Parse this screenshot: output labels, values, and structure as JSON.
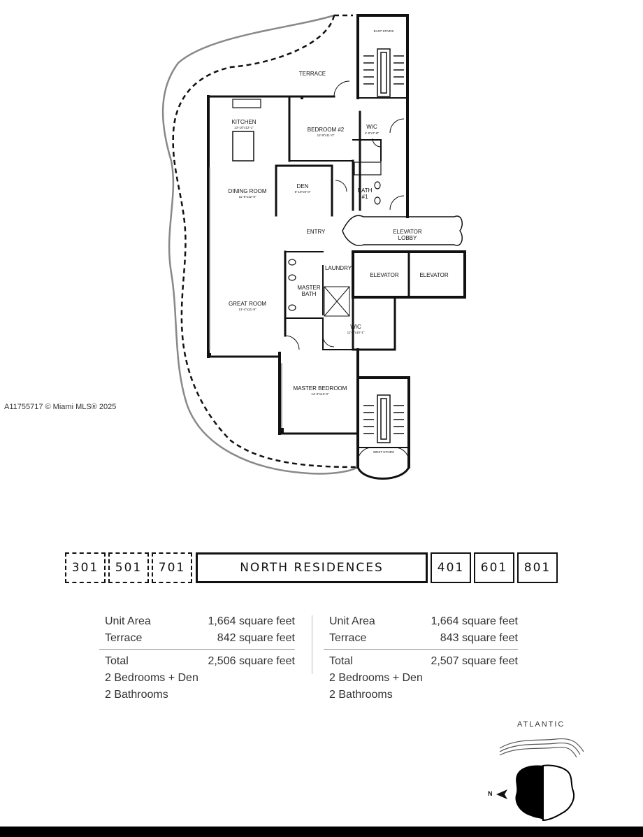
{
  "plan": {
    "rooms": {
      "terrace": "TERRACE",
      "east_stairs": "EAST STAIRS",
      "kitchen": "KITCHEN",
      "kitchen_dim": "13'-10\"x12'-1\"",
      "bedroom2": "BEDROOM #2",
      "bedroom2_dim": "12'-8\"x11'-0\"",
      "wic1": "W/C",
      "wic1_dim": "4'-0\"x7'-8\"",
      "dining": "DINING ROOM",
      "dining_dim": "11'-8\"x12'-9\"",
      "den": "DEN",
      "den_dim": "9'-10\"x9'-0\"",
      "bath1": "BATH",
      "bath1_num": "#1",
      "entry": "ENTRY",
      "elevator_lobby": "ELEVATOR",
      "elevator_lobby2": "LOBBY",
      "laundry": "LAUNDRY",
      "elevator_a": "ELEVATOR",
      "elevator_b": "ELEVATOR",
      "master_bath": "MASTER",
      "master_bath2": "BATH",
      "great_room": "GREAT ROOM",
      "great_room_dim": "13'-4\"x21'-8\"",
      "wic2": "WIC",
      "wic2_dim": "11'-3\"x10'-1\"",
      "master_bedroom": "MASTER BEDROOM",
      "master_bedroom_dim": "14'-0\"x12'-0\"",
      "west_stairs": "WEST STAIRS"
    }
  },
  "watermark": "A11755717 © Miami MLS® 2025",
  "units": {
    "left": [
      "301",
      "501",
      "701"
    ],
    "title": "NORTH RESIDENCES",
    "right": [
      "401",
      "601",
      "801"
    ]
  },
  "specs": {
    "left": {
      "unit_area_label": "Unit Area",
      "unit_area": "1,664 square feet",
      "terrace_label": "Terrace",
      "terrace": "842 square feet",
      "total_label": "Total",
      "total": "2,506 square feet",
      "bedrooms": "2 Bedrooms + Den",
      "bathrooms": "2 Bathrooms"
    },
    "right": {
      "unit_area_label": "Unit Area",
      "unit_area": "1,664 square feet",
      "terrace_label": "Terrace",
      "terrace": "843 square feet",
      "total_label": "Total",
      "total": "2,507 square feet",
      "bedrooms": "2 Bedrooms + Den",
      "bathrooms": "2 Bathrooms"
    }
  },
  "compass": {
    "ocean_label": "ATLANTIC",
    "north_label": "N"
  }
}
